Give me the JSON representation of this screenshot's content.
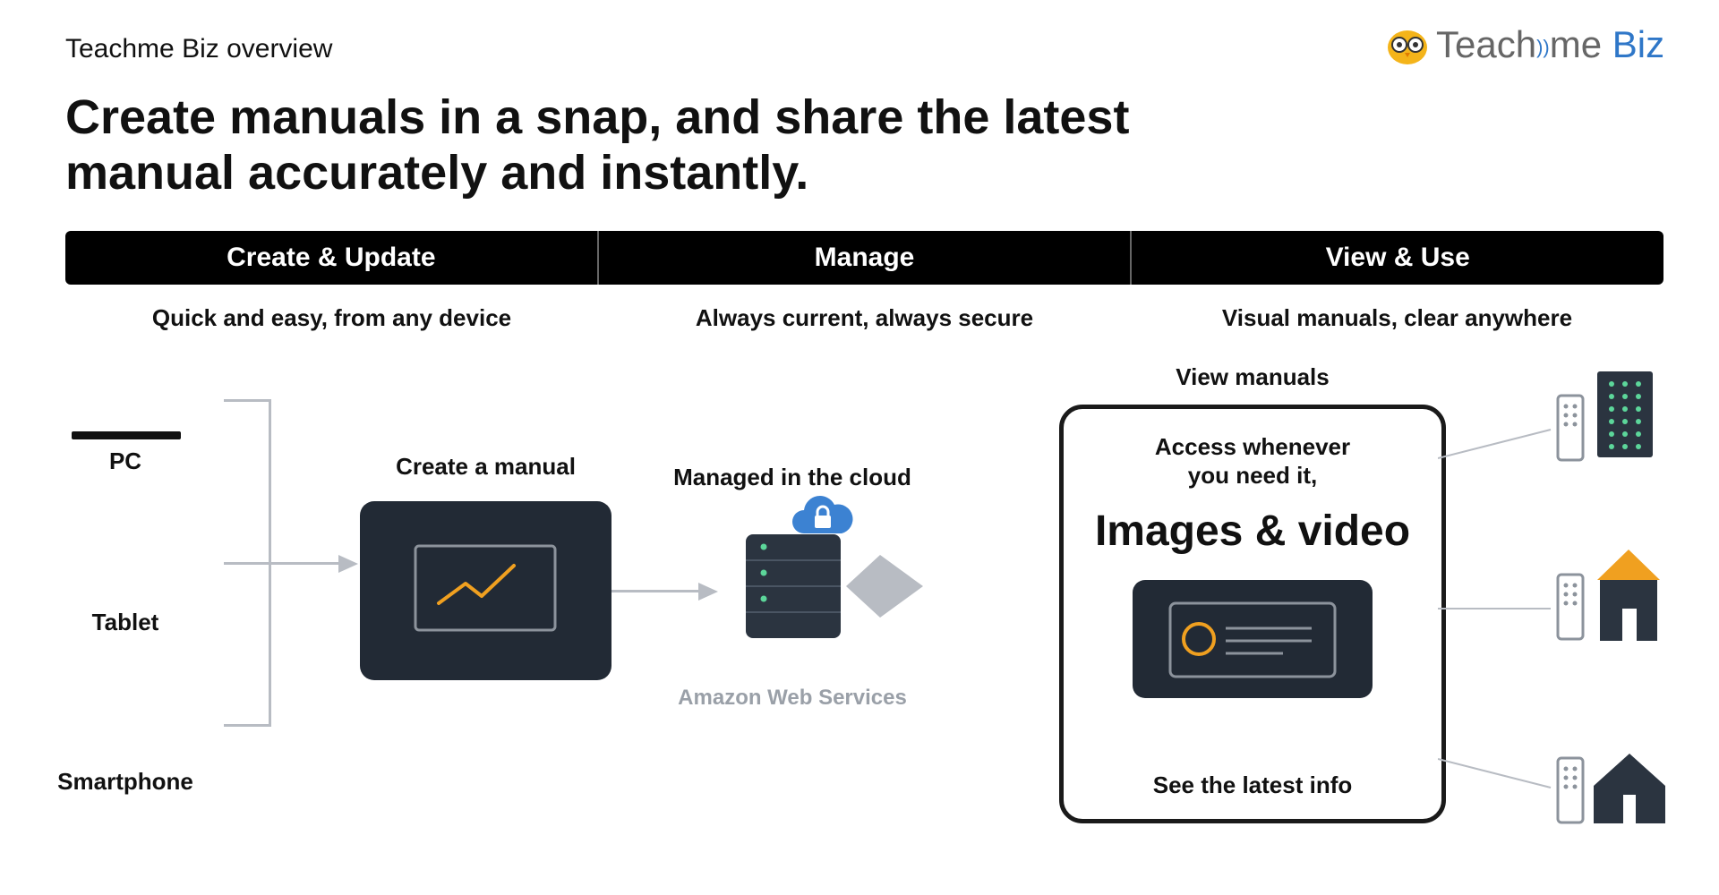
{
  "page": {
    "overview": "Teachme Biz overview",
    "headline_line1": "Create manuals in a snap, and share the latest",
    "headline_line2": "manual accurately and instantly."
  },
  "logo": {
    "text_teach": "Teach",
    "text_me": "me",
    "text_biz": "Biz",
    "icon": "owl-mascot-icon"
  },
  "columns": [
    {
      "title": "Create & Update",
      "subtitle": "Quick and easy, from any device"
    },
    {
      "title": "Manage",
      "subtitle": "Always current, always secure"
    },
    {
      "title": "View & Use",
      "subtitle": "Visual manuals, clear anywhere"
    }
  ],
  "devices": {
    "pc": "PC",
    "tablet": "Tablet",
    "smartphone": "Smartphone"
  },
  "create": {
    "label": "Create a manual",
    "icon": "trend-chart-icon"
  },
  "manage": {
    "label": "Managed in the cloud",
    "provider": "Amazon Web Services",
    "icons": [
      "cloud-lock-icon",
      "server-icon"
    ]
  },
  "view": {
    "title": "View manuals",
    "access_line1": "Access whenever",
    "access_line2": "you need it,",
    "highlight": "Images & video",
    "footer": "See the latest info",
    "locations": [
      "office-building-icon",
      "store-icon",
      "home-icon"
    ]
  },
  "colors": {
    "dark": "#222a35",
    "accent": "#f0a020",
    "cloud": "#3c82d2",
    "connector": "#b8bcc3",
    "brand_blue": "#2f77c8"
  }
}
